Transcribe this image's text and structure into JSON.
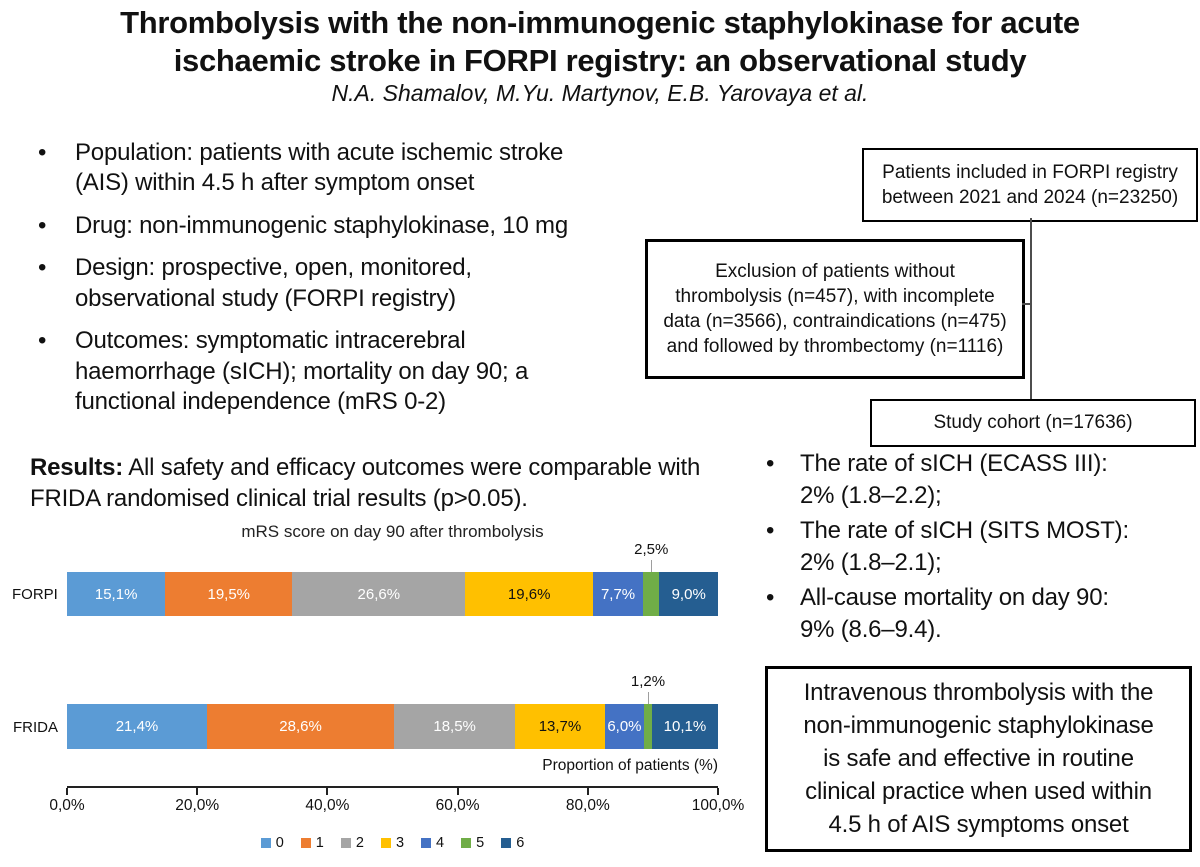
{
  "header": {
    "title": "Thrombolysis with the non-immunogenic staphylokinase for acute ischaemic stroke in FORPI registry: an observational study",
    "authors": "N.A. Shamalov, M.Yu. Martynov, E.B. Yarovaya et al."
  },
  "study_bullets": [
    [
      "Population: patients with acute ischemic stroke",
      "(AIS) within 4.5 h after symptom  onset"
    ],
    [
      "Drug: non-immunogenic  staphylokinase, 10 mg"
    ],
    [
      "Design: prospective, open, monitored,",
      "observational study (FORPI registry)"
    ],
    [
      "Outcomes: symptomatic  intracerebral",
      "haemorrhage  (sICH); mortality on day 90; a",
      "functional independence  (mRS 0-2)"
    ]
  ],
  "flowchart": {
    "box_top": [
      "Patients included in FORPI registry",
      "between 2021 and 2024 (n=23250)"
    ],
    "box_exclusion": [
      "Exclusion  of patients without",
      "thrombolysis  (n=457),  with incomplete",
      "data (n=3566),  contraindications  (n=475)",
      "and followed  by thrombectomy  (n=1116)"
    ],
    "box_cohort": [
      "Study  cohort (n=17636)"
    ]
  },
  "results": {
    "label": "Results:",
    "text": " All safety and efficacy outcomes  were comparable with FRIDA randomised  clinical trial results  (p>0.05)."
  },
  "chart_data": {
    "type": "bar",
    "stacked": true,
    "orientation": "horizontal",
    "title": "mRS score on day 90 after thrombolysis",
    "xlabel": "Proportion of patients (%)",
    "categories": [
      "FORPI",
      "FRIDA"
    ],
    "x_ticks": [
      "0,0%",
      "20,0%",
      "40,0%",
      "60,0%",
      "80,0%",
      "100,0%"
    ],
    "xlim": [
      0,
      100
    ],
    "legend_position": "bottom",
    "series": [
      {
        "name": "0",
        "color": "#5B9BD5",
        "label_color": "#ffffff",
        "values": [
          15.1,
          21.4
        ]
      },
      {
        "name": "1",
        "color": "#ED7D31",
        "label_color": "#ffffff",
        "values": [
          19.5,
          28.6
        ]
      },
      {
        "name": "2",
        "color": "#A5A5A5",
        "label_color": "#ffffff",
        "values": [
          26.6,
          18.5
        ]
      },
      {
        "name": "3",
        "color": "#FFC000",
        "label_color": "#111111",
        "values": [
          19.6,
          13.7
        ]
      },
      {
        "name": "4",
        "color": "#4472C4",
        "label_color": "#ffffff",
        "values": [
          7.7,
          6.0
        ]
      },
      {
        "name": "5",
        "color": "#70AD47",
        "label_color": "#111111",
        "values": [
          2.5,
          1.2
        ]
      },
      {
        "name": "6",
        "color": "#255E91",
        "label_color": "#ffffff",
        "values": [
          9.0,
          10.1
        ]
      }
    ],
    "labels": [
      [
        "15,1%",
        "19,5%",
        "26,6%",
        "19,6%",
        "7,7%",
        "2,5%",
        "9,0%"
      ],
      [
        "21,4%",
        "28,6%",
        "18,5%",
        "13,7%",
        "6,0%",
        "1,2%",
        "10,1%"
      ]
    ],
    "callout_series_index": 5
  },
  "findings_bullets": [
    [
      "The rate of sICH (ECASS III):",
      "2% (1.8–2.2);"
    ],
    [
      "The rate of sICH (SITS MOST):",
      "2% (1.8–2.1);"
    ],
    [
      "All-cause mortality on day 90:",
      "9% (8.6–9.4)."
    ]
  ],
  "conclusion": [
    "Intravenous thrombolysis  with the",
    "non-immunogenic  staphylokinase",
    "is safe and effective in routine",
    "clinical practice when  used within",
    "4.5 h of AIS symptoms  onset"
  ]
}
